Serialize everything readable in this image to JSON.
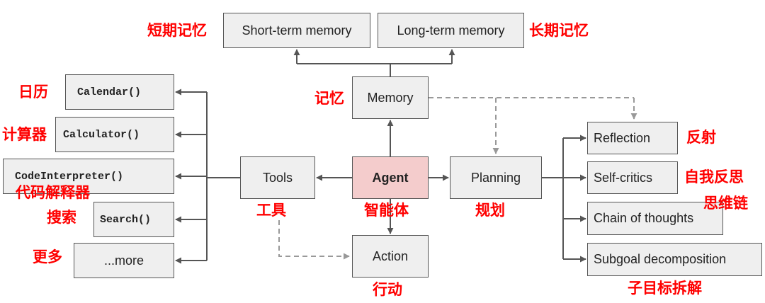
{
  "nodes": {
    "short_term_memory": "Short-term memory",
    "long_term_memory": "Long-term memory",
    "memory": "Memory",
    "calendar": "Calendar()",
    "calculator": "Calculator()",
    "code_interpreter": "CodeInterpreter()",
    "search": "Search()",
    "more": "...more",
    "tools": "Tools",
    "agent": "Agent",
    "planning": "Planning",
    "action": "Action",
    "reflection": "Reflection",
    "self_critics": "Self-critics",
    "chain_of_thoughts": "Chain of thoughts",
    "subgoal_decomposition": "Subgoal decomposition"
  },
  "annotations": {
    "short_term_memory": "短期记忆",
    "long_term_memory": "长期记忆",
    "memory": "记忆",
    "calendar": "日历",
    "calculator": "计算器",
    "code_interpreter": "代码解释器",
    "search": "搜索",
    "more": "更多",
    "tools": "工具",
    "agent": "智能体",
    "planning": "规划",
    "action": "行动",
    "reflection": "反射",
    "self_critics": "自我反思",
    "chain_of_thoughts": "思维链",
    "subgoal_decomposition": "子目标拆解"
  },
  "colors": {
    "annotation": "#ff0000",
    "agent_fill": "#f4cccc",
    "box_fill": "#efefef",
    "connector": "#555555",
    "dashed_connector": "#999999"
  }
}
